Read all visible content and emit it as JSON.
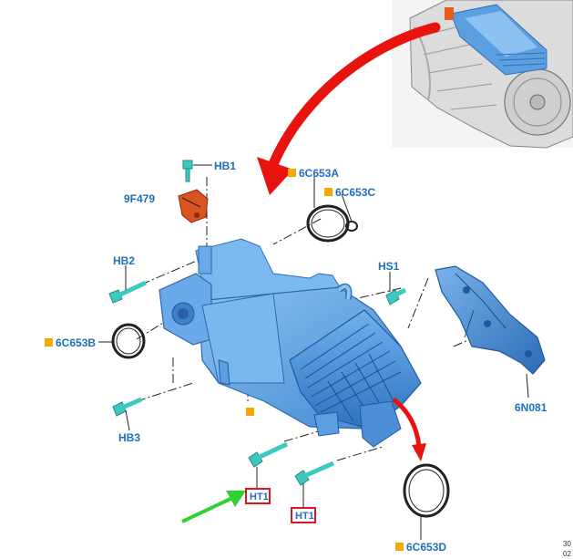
{
  "labels": {
    "hb1": "HB1",
    "p9f479": "9F479",
    "p6c653a": "6C653A",
    "p6c653c": "6C653C",
    "hb2": "HB2",
    "hs1": "HS1",
    "p6c653b": "6C653B",
    "hb3": "HB3",
    "p6n081": "6N081",
    "ht1a": "HT1",
    "ht1b": "HT1",
    "p6c653d": "6C653D"
  },
  "corner_text": {
    "line1": "30",
    "line2": "02"
  },
  "colors": {
    "label": "#1f6fc0",
    "callout_square": "#f5a800",
    "arrow_red": "#e8130f",
    "arrow_green": "#2fd12f",
    "highlight_box": "#e2141d",
    "part_blue": "#5b9fe0",
    "part_blue_dark": "#2f6fb8",
    "bolt_teal": "#3ec9c0",
    "sensor_orange": "#d9541e"
  }
}
